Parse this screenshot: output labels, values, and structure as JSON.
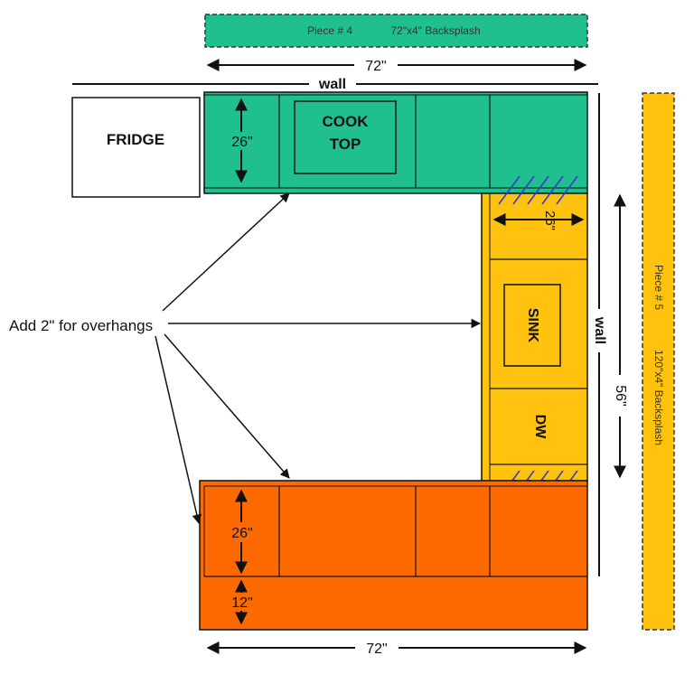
{
  "labels": {
    "piece4_name": "Piece # 4",
    "piece4_size": "72\"x4\" Backsplash",
    "piece5_name": "Piece # 5",
    "piece5_size": "120\"x4\" Backsplash",
    "wall_top": "wall",
    "wall_right": "wall",
    "dim_top_width": "72\"",
    "dim_bottom_width": "72\"",
    "dim_right_length": "56\"",
    "dim_top_depth": "26\"",
    "dim_middle_depth": "26\"",
    "dim_bottom_depth": "26\"",
    "dim_overhang": "12\"",
    "fridge": "FRIDGE",
    "cooktop_line1": "COOK",
    "cooktop_line2": "TOP",
    "sink": "SINK",
    "dishwasher": "DW",
    "callout": "Add 2\" for overhangs"
  },
  "colors": {
    "top_counter": "#1fbf8f",
    "right_counter": "#ffc20e",
    "bottom_counter": "#ff6a00",
    "outline": "#1a1a1a",
    "hatch": "#3a3ad0"
  }
}
